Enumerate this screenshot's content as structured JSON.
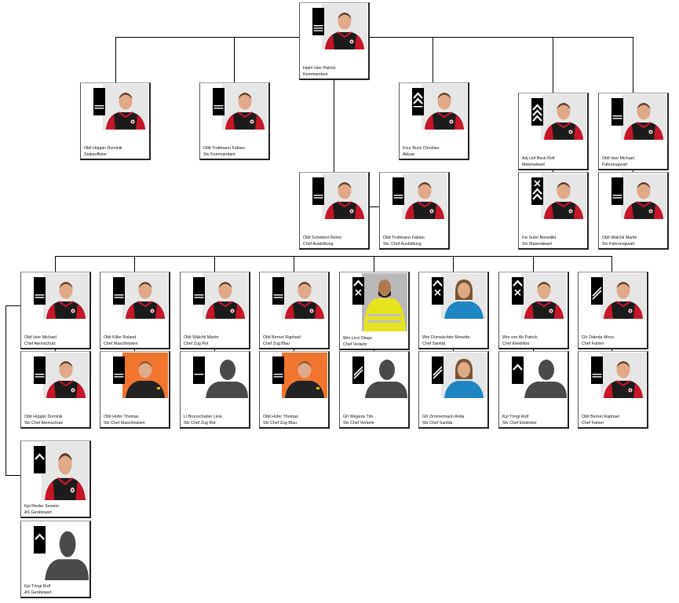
{
  "people": [
    {
      "id": "top",
      "name": "Hptm Isler Patrick",
      "role": "Kommandant",
      "rank": "hptm",
      "photo": "red"
    },
    {
      "id": "l1a",
      "name": "Oblt Hüppin Dominik",
      "role": "Stabsoffizier",
      "rank": "oblt",
      "photo": "red"
    },
    {
      "id": "l1b",
      "name": "Oblt Trottmann Fabian",
      "role": "Stv Kommandant",
      "rank": "oblt",
      "photo": "red"
    },
    {
      "id": "l1c",
      "name": "Four Buck Christian",
      "role": "Aktuar",
      "rank": "four",
      "photo": "red"
    },
    {
      "id": "l1d",
      "name": "Adj Uof Beck Rolf",
      "role": "Materialwart",
      "rank": "adj",
      "photo": "red"
    },
    {
      "id": "l1e",
      "name": "Oblt Isler Michael",
      "role": "Fahrzeugwart",
      "rank": "oblt",
      "photo": "red"
    },
    {
      "id": "l2a",
      "name": "Oblt Scheibert Remo",
      "role": "Chef Ausbildung",
      "rank": "oblt",
      "photo": "red"
    },
    {
      "id": "l2b",
      "name": "Oblt Trottmann Fabian",
      "role": "Stv. Chef Ausbildung",
      "rank": "oblt",
      "photo": "red"
    },
    {
      "id": "l2c",
      "name": "Fw Suter Benedikt",
      "role": "Stv Materialwart",
      "rank": "fw",
      "photo": "red"
    },
    {
      "id": "l2d",
      "name": "Oblt Wälchli Martin",
      "role": "Stv Fahrzeugwart",
      "rank": "oblt",
      "photo": "red"
    },
    {
      "id": "r1",
      "name": "Oblt Isler Michael",
      "role": "Chef Atemschutz",
      "rank": "oblt",
      "photo": "red"
    },
    {
      "id": "r2",
      "name": "Oblt Killer Roland",
      "role": "Chef Maschinisten",
      "rank": "oblt",
      "photo": "red"
    },
    {
      "id": "r3",
      "name": "Oblt Wälchli Martin",
      "role": "Chef Zug Rot",
      "rank": "oblt",
      "photo": "red"
    },
    {
      "id": "r4",
      "name": "Oblt Bernet Raphael",
      "role": "Chef Zug Blau",
      "rank": "oblt",
      "photo": "red"
    },
    {
      "id": "r5",
      "name": "Wm Licci Diego",
      "role": "Chef Verkehr",
      "rank": "wm",
      "photo": "yellow"
    },
    {
      "id": "r6",
      "name": "Wm Dürrwächter Monette",
      "role": "Chef Sanität",
      "rank": "wm",
      "photo": "blue"
    },
    {
      "id": "r7",
      "name": "Wm von Ah Patrick",
      "role": "Chef Elektriker",
      "rank": "wm",
      "photo": "red"
    },
    {
      "id": "r8",
      "name": "Gfr Oderda Mirco",
      "role": "Chef Fahrer",
      "rank": "gfr",
      "photo": "red"
    },
    {
      "id": "s1",
      "name": "Oblt Hüppin Dominik",
      "role": "Stv Chef Atemschutz",
      "rank": "oblt",
      "photo": "red"
    },
    {
      "id": "s2",
      "name": "Oblt Hofer Thomas",
      "role": "Stv Chef Maschinisten",
      "rank": "oblt",
      "photo": "orange"
    },
    {
      "id": "s3",
      "name": "Lt Brunschwiler Livia",
      "role": "Stv Chef Zug Rot",
      "rank": "lt",
      "photo": "silhouette"
    },
    {
      "id": "s4",
      "name": "Oblt Hofer Thomas",
      "role": "Stv Chef Zug Blau",
      "rank": "oblt",
      "photo": "orange"
    },
    {
      "id": "s5",
      "name": "Gfr Wegens Tim",
      "role": "Stv Chef Verkehr",
      "rank": "gfr",
      "photo": "silhouette"
    },
    {
      "id": "s6",
      "name": "Gfr Zimmermann Anita",
      "role": "Stv Chef Sanität",
      "rank": "gfr",
      "photo": "blue"
    },
    {
      "id": "s7",
      "name": "Kpl Töngi Rolf",
      "role": "Stv Chef Elektriker",
      "rank": "kpl",
      "photo": "silhouette"
    },
    {
      "id": "s8",
      "name": "Oblt Bernet Raphael",
      "role": "Chef Fahrer",
      "rank": "oblt",
      "photo": "red"
    },
    {
      "id": "g1",
      "name": "Kpl Rieder Severin",
      "role": "AS Gerätewart",
      "rank": "kpl",
      "photo": "red"
    },
    {
      "id": "g2",
      "name": "Kpl Töngi Rolf",
      "role": "AS Gerätewart",
      "rank": "kpl",
      "photo": "silhouette"
    }
  ],
  "colors": {
    "shirt_black": "#1c1c1c",
    "shirt_red": "#c5162a",
    "skin": "#e0a989",
    "photo_bg": "#e6e6e6",
    "orange_bg": "#f0752f",
    "yellow_vest": "#e6e41f",
    "blue_shirt": "#1f86c3",
    "silhouette": "#4a4a4a"
  }
}
